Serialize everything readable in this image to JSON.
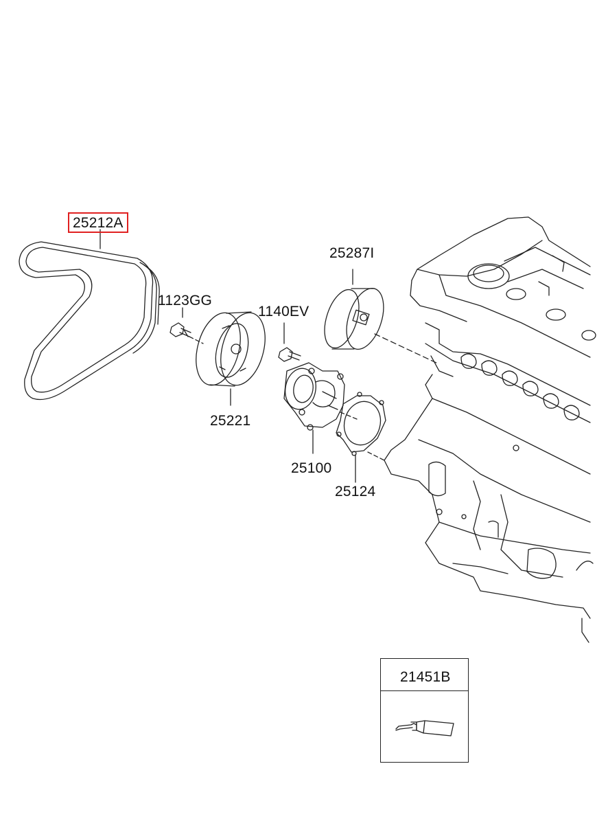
{
  "parts": [
    {
      "id": "belt",
      "number": "25212A",
      "selected": true
    },
    {
      "id": "bolt-1",
      "number": "1123GG",
      "selected": false
    },
    {
      "id": "idler-pulley",
      "number": "25221",
      "selected": false
    },
    {
      "id": "bolt-2",
      "number": "1140EV",
      "selected": false
    },
    {
      "id": "tensioner",
      "number": "25287I",
      "selected": false
    },
    {
      "id": "water-pump",
      "number": "25100",
      "selected": false
    },
    {
      "id": "gasket",
      "number": "25124",
      "selected": false
    }
  ],
  "inset": {
    "number": "21451B"
  },
  "colors": {
    "line": "#222222",
    "highlight": "#e02020"
  }
}
